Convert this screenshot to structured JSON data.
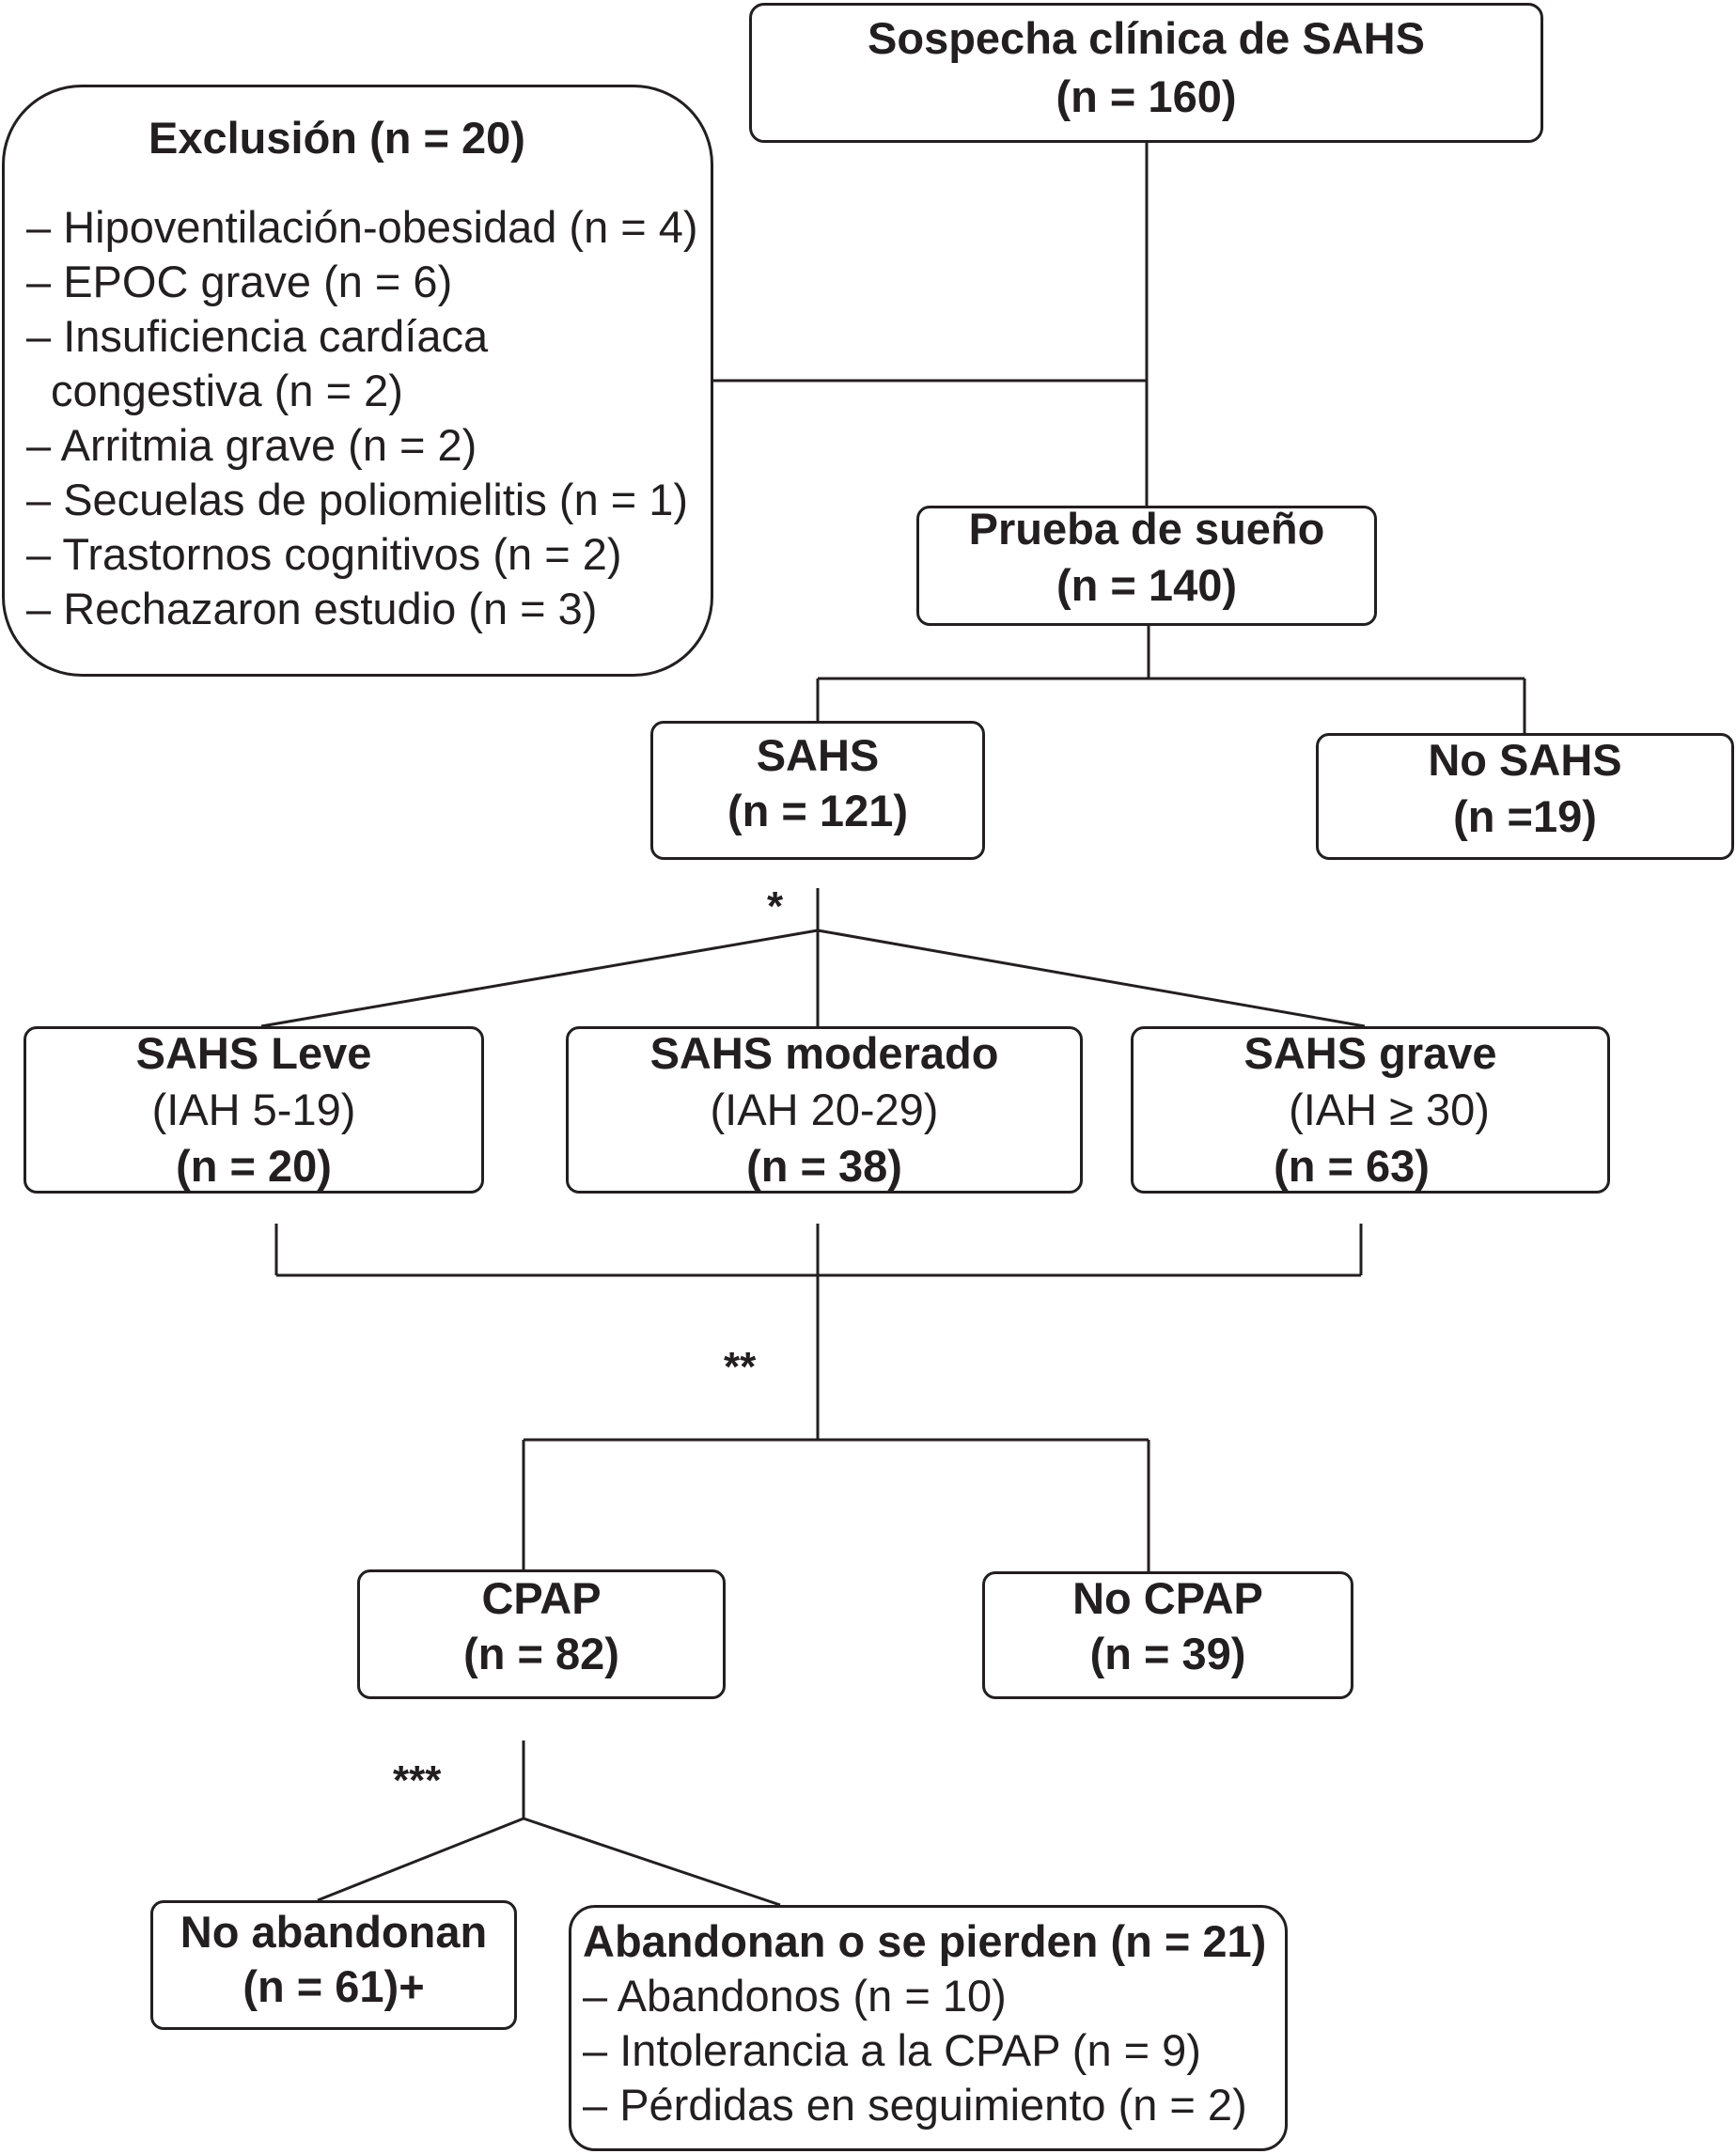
{
  "nodes": {
    "sospecha": {
      "title": "Sospecha clínica de SAHS",
      "n": "(n = 160)"
    },
    "exclusion": {
      "title": "Exclusión (n = 20)",
      "items": [
        "– Hipoventilación-obesidad (n = 4)",
        "– EPOC grave (n = 6)",
        "– Insuficiencia cardíaca",
        "congestiva (n = 2)",
        "– Arritmia grave (n = 2)",
        "– Secuelas de poliomielitis  (n = 1)",
        "– Trastornos cognitivos (n = 2)",
        "– Rechazaron estudio (n = 3)"
      ]
    },
    "prueba": {
      "title": "Prueba de sueño",
      "n": "(n = 140)"
    },
    "sahs": {
      "title": "SAHS",
      "n": "(n = 121)"
    },
    "nosahs": {
      "title": "No SAHS",
      "n": "(n =19)"
    },
    "leve": {
      "title": "SAHS Leve",
      "iah": "(IAH 5-19)",
      "n": "(n = 20)"
    },
    "moderado": {
      "title": "SAHS moderado",
      "iah": "(IAH 20-29)",
      "n": "(n = 38)"
    },
    "grave": {
      "title": "SAHS grave",
      "iah": "(IAH ≥ 30)",
      "n": "(n = 63)"
    },
    "cpap": {
      "title": "CPAP",
      "n": "(n = 82)"
    },
    "nocpap": {
      "title": "No CPAP",
      "n": "(n = 39)"
    },
    "noabandonan": {
      "title": "No abandonan",
      "n": "(n = 61)+"
    },
    "abandonan": {
      "title": "Abandonan o se pierden (n = 21)",
      "items": [
        "– Abandonos (n = 10)",
        "– Intolerancia a la CPAP (n = 9)",
        "– Pérdidas en seguimiento (n = 2)"
      ]
    }
  },
  "markers": {
    "one": "*",
    "two": "**",
    "three": "***"
  }
}
